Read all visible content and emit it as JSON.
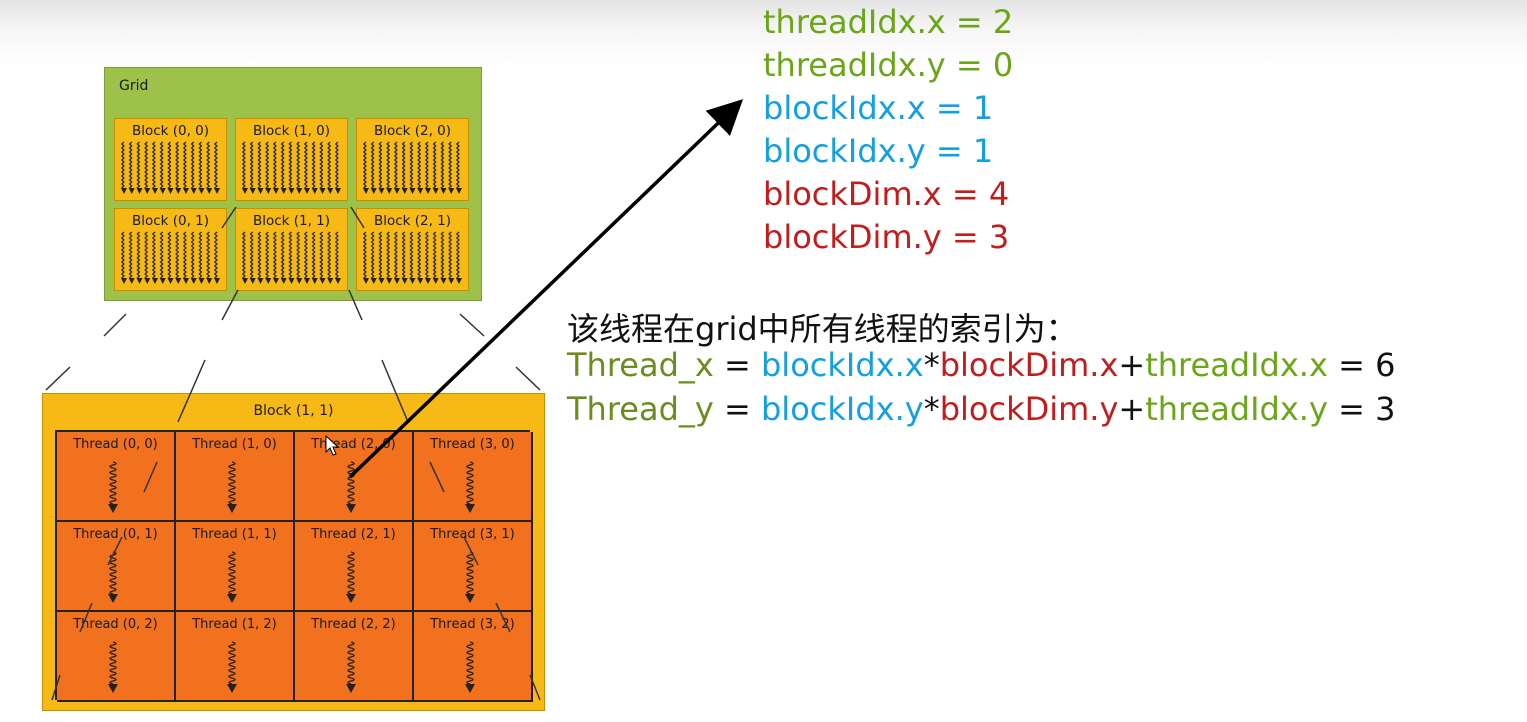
{
  "grid": {
    "label": "Grid",
    "blocks": [
      [
        "Block (0, 0)",
        "Block (1, 0)",
        "Block (2, 0)"
      ],
      [
        "Block (0, 1)",
        "Block (1, 1)",
        "Block (2, 1)"
      ]
    ]
  },
  "zoomed_block": {
    "title": "Block (1, 1)",
    "threads": [
      [
        "Thread (0, 0)",
        "Thread (1, 0)",
        "Thread (2, 0)",
        "Thread (3, 0)"
      ],
      [
        "Thread (0, 1)",
        "Thread (1, 1)",
        "Thread (2, 1)",
        "Thread (3, 1)"
      ],
      [
        "Thread (0, 2)",
        "Thread (1, 2)",
        "Thread (2, 2)",
        "Thread (3, 2)"
      ]
    ]
  },
  "variables": [
    {
      "text": "threadIdx.x = 2",
      "color": "green"
    },
    {
      "text": "threadIdx.y = 0",
      "color": "green"
    },
    {
      "text": "blockIdx.x = 1",
      "color": "blue"
    },
    {
      "text": "blockIdx.y = 1",
      "color": "blue"
    },
    {
      "text": "blockDim.x = 4",
      "color": "red"
    },
    {
      "text": "blockDim.y = 3",
      "color": "red"
    }
  ],
  "heading": "该线程在grid中所有线程的索引为：",
  "formulas": {
    "x": {
      "lhs": "Thread_x",
      "eq": " = ",
      "t1": "blockIdx.x",
      "op1": "*",
      "t2": "blockDim.x",
      "op2": "+",
      "t3": "threadIdx.x",
      "result": " = 6"
    },
    "y": {
      "lhs": "Thread_y",
      "eq": " = ",
      "t1": "blockIdx.y",
      "op1": "*",
      "t2": "blockDim.y",
      "op2": "+",
      "t3": "threadIdx.y",
      "result": " = 3"
    }
  },
  "colors": {
    "green": "#6aa617",
    "olive": "#6b8c1e",
    "blue": "#129fe3",
    "red": "#c41c1c",
    "grid_bg": "#9ec14a",
    "block_bg": "#f6b916",
    "thread_bg": "#f2711f"
  }
}
